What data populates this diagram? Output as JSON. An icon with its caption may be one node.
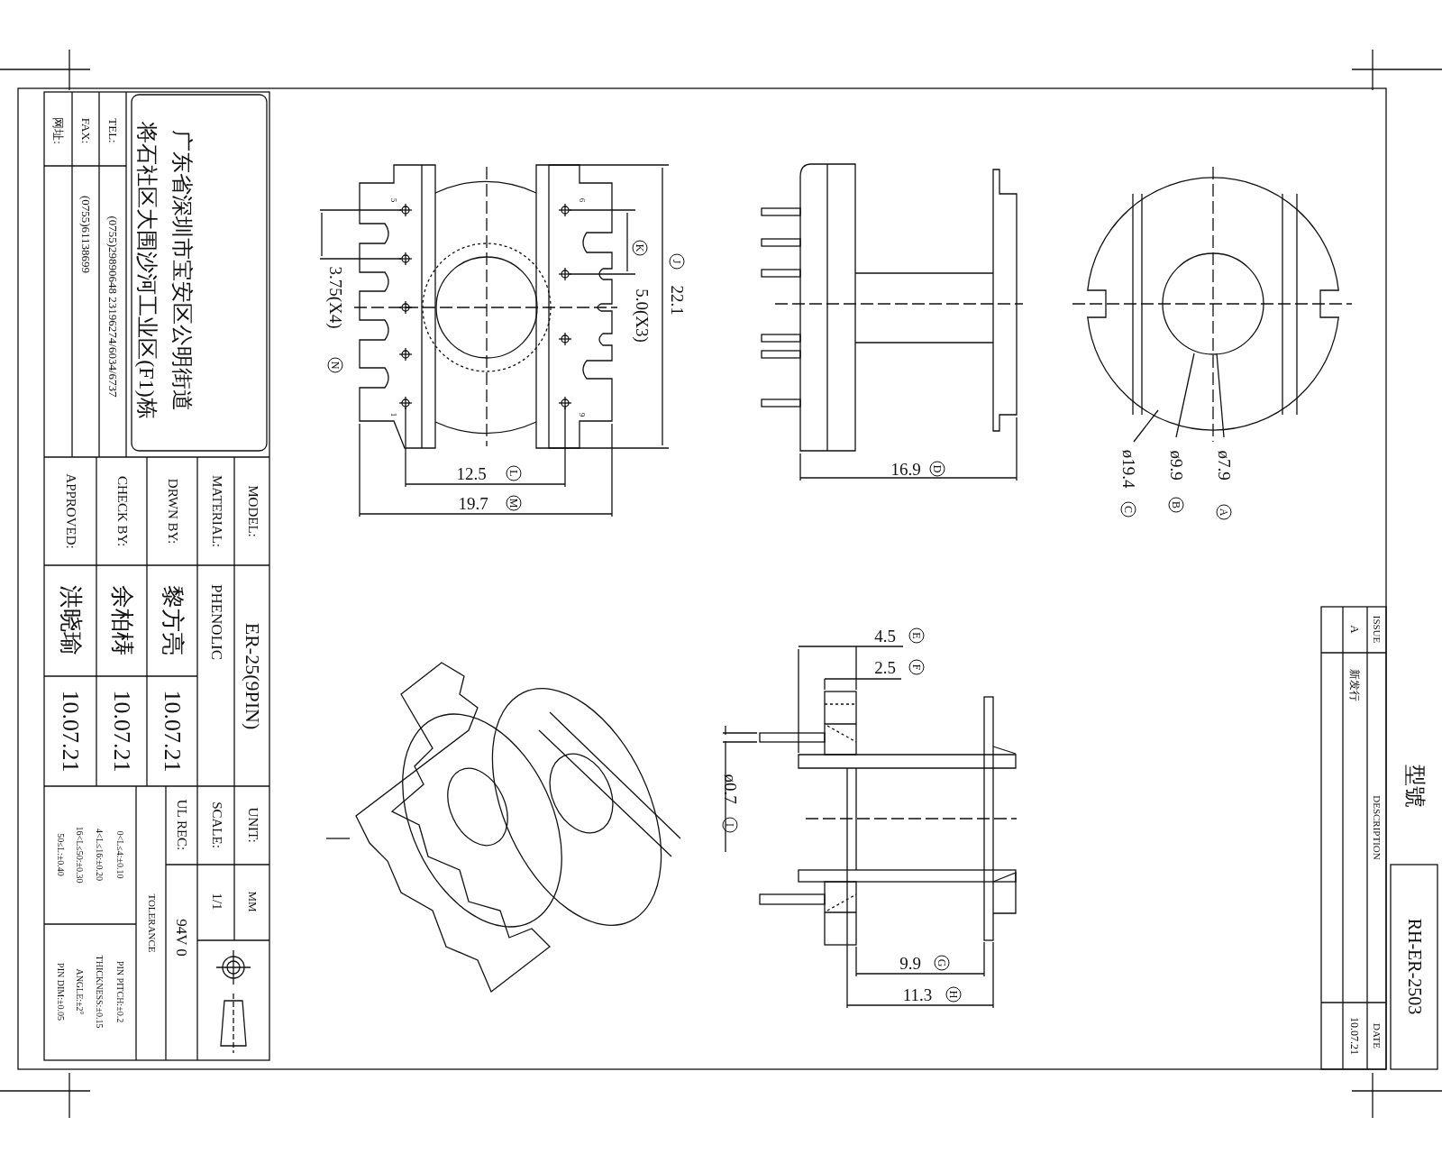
{
  "diagram": {
    "labels": [
      "广东省深圳市宝安区公明街道",
      "将石社区大围沙河工业区(F1)栋",
      "TEL:",
      "(0755)29890648 23196274/6034/6737",
      "FAX:",
      "(0755)61138699",
      "网址:",
      "MODEL:",
      "ER-25(9PIN)",
      "MATERIAL:",
      "PHENOLIC",
      "DRWN BY:",
      "黎方亮",
      "10.07.21",
      "CHECK BY:",
      "余柏梼",
      "10.07.21",
      "APPROVED:",
      "洪晓瑜",
      "10.07.21",
      "UNIT:",
      "MM",
      "SCALE:",
      "1/1",
      "UL REC:",
      "94V 0",
      "TOLERANCE",
      "0<L≤4:±0.10",
      "4<L≤16:±0.20",
      "16<L≤50:±0.30",
      "50≤L:±0.40",
      "PIN PITCH:±0.2",
      "THICKNESS:±0.15",
      "ANGLE:±2°",
      "PIN DIM:±0.05",
      "5",
      "6",
      "3.75(X4)",
      "N",
      "5.0(X3)",
      "K",
      "22.1",
      "J",
      "1",
      "9",
      "12.5",
      "L",
      "19.7",
      "M",
      "16.9",
      "D",
      "ø19.4",
      "C",
      "ø9.9",
      "B",
      "ø7.9",
      "A",
      "4.5",
      "E",
      "2.5",
      "F",
      "ø0.7",
      "I",
      "9.9",
      "G",
      "11.3",
      "H",
      "ISSUE",
      "DESCRIPTION",
      "DATE",
      "A",
      "新发行",
      "10.07.21",
      "型號",
      "RH-ER-2503"
    ]
  }
}
